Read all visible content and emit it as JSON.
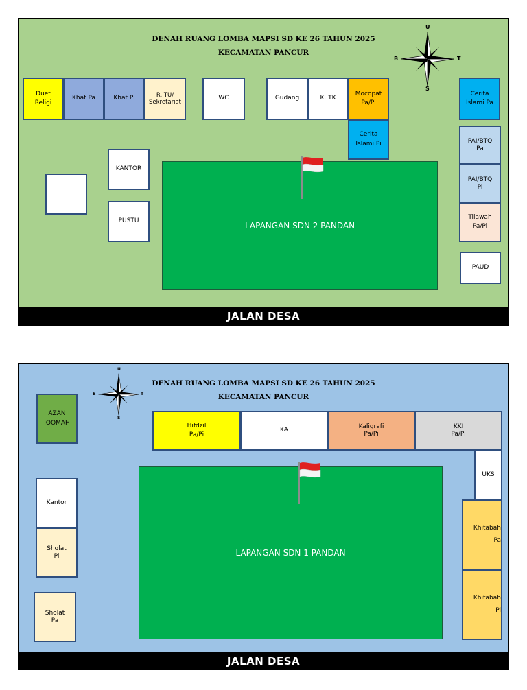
{
  "colors": {
    "map1_bg": "#a9d18e",
    "map2_bg": "#9dc3e6",
    "field": "#00b050",
    "yellow": "#ffff00",
    "periwinkle": "#8faadc",
    "cream": "#fff2cc",
    "white": "#ffffff",
    "orange": "#ffc000",
    "cyan": "#00b0f0",
    "light_blue": "#bdd7ee",
    "peach_light": "#fbe5d6",
    "dark_green": "#70ad47",
    "salmon": "#f4b183",
    "grey": "#d9d9d9",
    "gold": "#ffd966"
  },
  "map1": {
    "title_line1": "DENAH RUANG  LOMBA MAPSI SD KE 26 TAHUN 2025",
    "title_line2": "KECAMATAN PANCUR",
    "road": "JALAN DESA",
    "field": "LAPANGAN SDN 2 PANDAN",
    "compass": {
      "n": "U",
      "s": "S",
      "e": "T",
      "w": "B"
    },
    "rooms": {
      "duet_religi": "Duet\nReligi",
      "khat_pa": "Khat Pa",
      "khat_pi": "Khat Pi",
      "tu_sekretariat": "R. TU/\nSekretariat",
      "wc": "WC",
      "gudang": "Gudang",
      "k_tk": "K. TK",
      "mocopat": "Mocopat\nPa/Pi",
      "cerita_islami_pi": "Cerita\nIslami Pi",
      "cerita_islami_pa": "Cerita\nIslami Pa",
      "kantor": "KANTOR",
      "pustu": "PUSTU",
      "pai_btq_pa": "PAI/BTQ\nPa",
      "pai_btq_pi": "PAI/BTQ\nPi",
      "tilawah": "Tilawah\nPa/Pi",
      "paud": "PAUD"
    }
  },
  "map2": {
    "title_line1": "DENAH RUANG  LOMBA MAPSI SD KE 26 TAHUN 2025",
    "title_line2": "KECAMATAN PANCUR",
    "road": "JALAN DESA",
    "field": "LAPANGAN SDN 1 PANDAN",
    "compass": {
      "n": "U",
      "s": "S",
      "e": "T",
      "w": "B"
    },
    "rooms": {
      "azan": "AZAN\nIQOMAH",
      "hifdzil": "Hifdzil\nPa/Pi",
      "ka": "KA",
      "kaligrafi": "Kaligrafi\nPa/Pi",
      "kki": "KKI\nPa/Pi",
      "uks": "UKS",
      "kantor": "Kantor",
      "sholat_pi": "Sholat\nPi",
      "sholat_pa": "Sholat\nPa",
      "khitabah_pa": "Khitabah\nPa",
      "khitabah_pi": "Khitabah\nPi"
    }
  }
}
